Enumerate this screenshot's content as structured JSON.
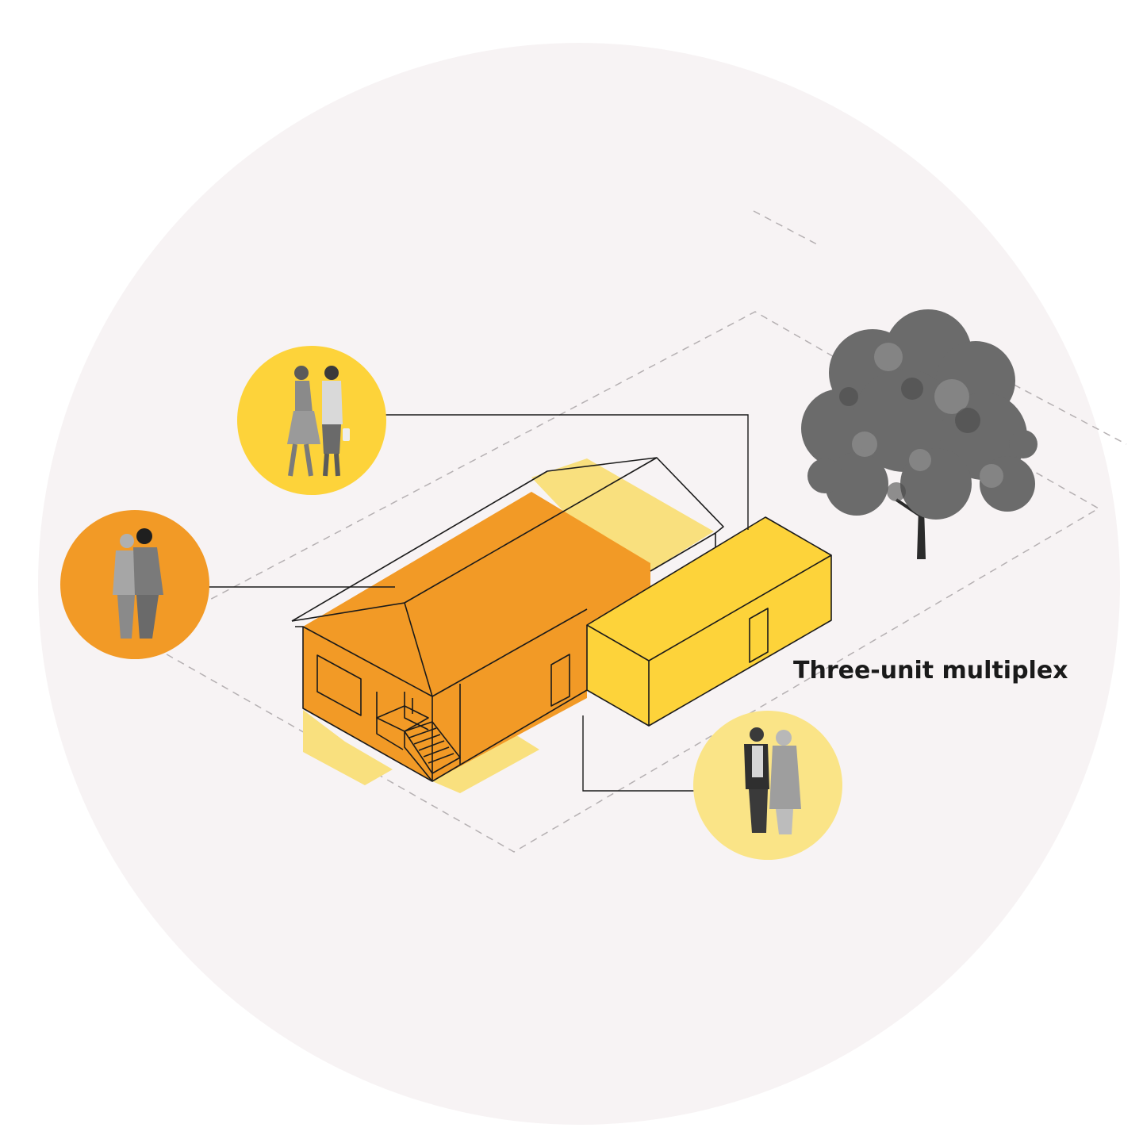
{
  "diagram": {
    "label": "Three-unit multiplex"
  },
  "colors": {
    "background_disc": "#f7f3f4",
    "main_house": "#f29a26",
    "house_shadow": "#f9e07e",
    "addition": "#fdd33a",
    "people_medium": "#fdd33a",
    "people_dark": "#f29a26",
    "people_light": "#fae487",
    "outline": "#1a1a1a",
    "dashed_lot": "#b5b0b2",
    "tree": "#6b6b6b",
    "label": "#1a1a1a"
  },
  "units": [
    {
      "id": "unit-upper",
      "icon": "couple-women-icon"
    },
    {
      "id": "unit-main",
      "icon": "couple-seniors-icon"
    },
    {
      "id": "unit-addition",
      "icon": "couple-young-icon"
    }
  ]
}
